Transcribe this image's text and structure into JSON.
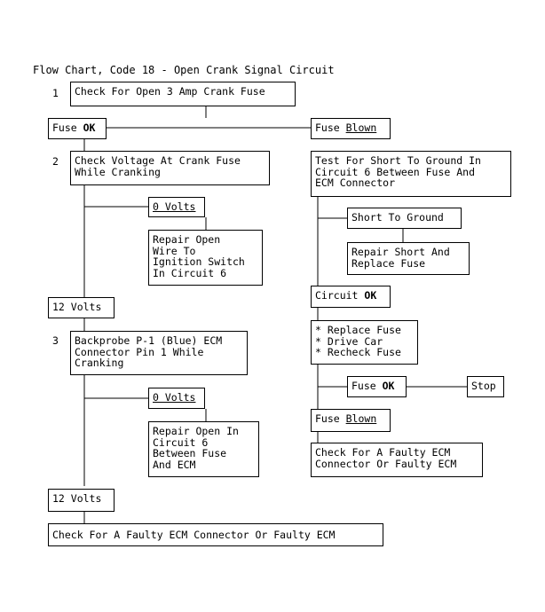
{
  "title": "Flow Chart, Code 18 - Open Crank Signal Circuit",
  "step_numbers": {
    "s1": "1",
    "s2": "2",
    "s3": "3"
  },
  "nodes": {
    "check_fuse": "Check For Open 3 Amp Crank Fuse",
    "fuse_ok_prefix": "Fuse ",
    "fuse_ok_bold": "OK",
    "fuse_blown_prefix": "Fuse ",
    "fuse_blown_underlined": "Blown",
    "check_voltage": "Check Voltage At Crank Fuse\nWhile Cranking",
    "zero_volts_1": "0 Volts",
    "repair_open_wire": "Repair Open\nWire To\nIgnition Switch\nIn Circuit 6",
    "twelve_volts_1": "12 Volts",
    "backprobe": "Backprobe P-1 (Blue) ECM\nConnector Pin 1 While\nCranking",
    "zero_volts_2": "0 Volts",
    "repair_open_circuit": "Repair Open In\nCircuit 6\nBetween Fuse\nAnd ECM",
    "twelve_volts_2": "12 Volts",
    "faulty_ecm_bottom": "Check For A Faulty ECM Connector Or Faulty ECM",
    "test_short": "Test For Short To Ground In\nCircuit 6 Between Fuse And\nECM Connector",
    "short_to_ground": "Short To Ground",
    "repair_short": "Repair Short And\nReplace Fuse",
    "circuit_ok_prefix": "Circuit ",
    "circuit_ok_bold": "OK",
    "replace_fuse": "* Replace Fuse\n* Drive Car\n* Recheck Fuse",
    "fuse_ok2_prefix": "Fuse ",
    "fuse_ok2_bold": "OK",
    "stop": "Stop",
    "fuse_blown2_prefix": "Fuse ",
    "fuse_blown2_underlined": "Blown",
    "faulty_ecm_right": "Check For A Faulty ECM\nConnector Or Faulty ECM"
  }
}
